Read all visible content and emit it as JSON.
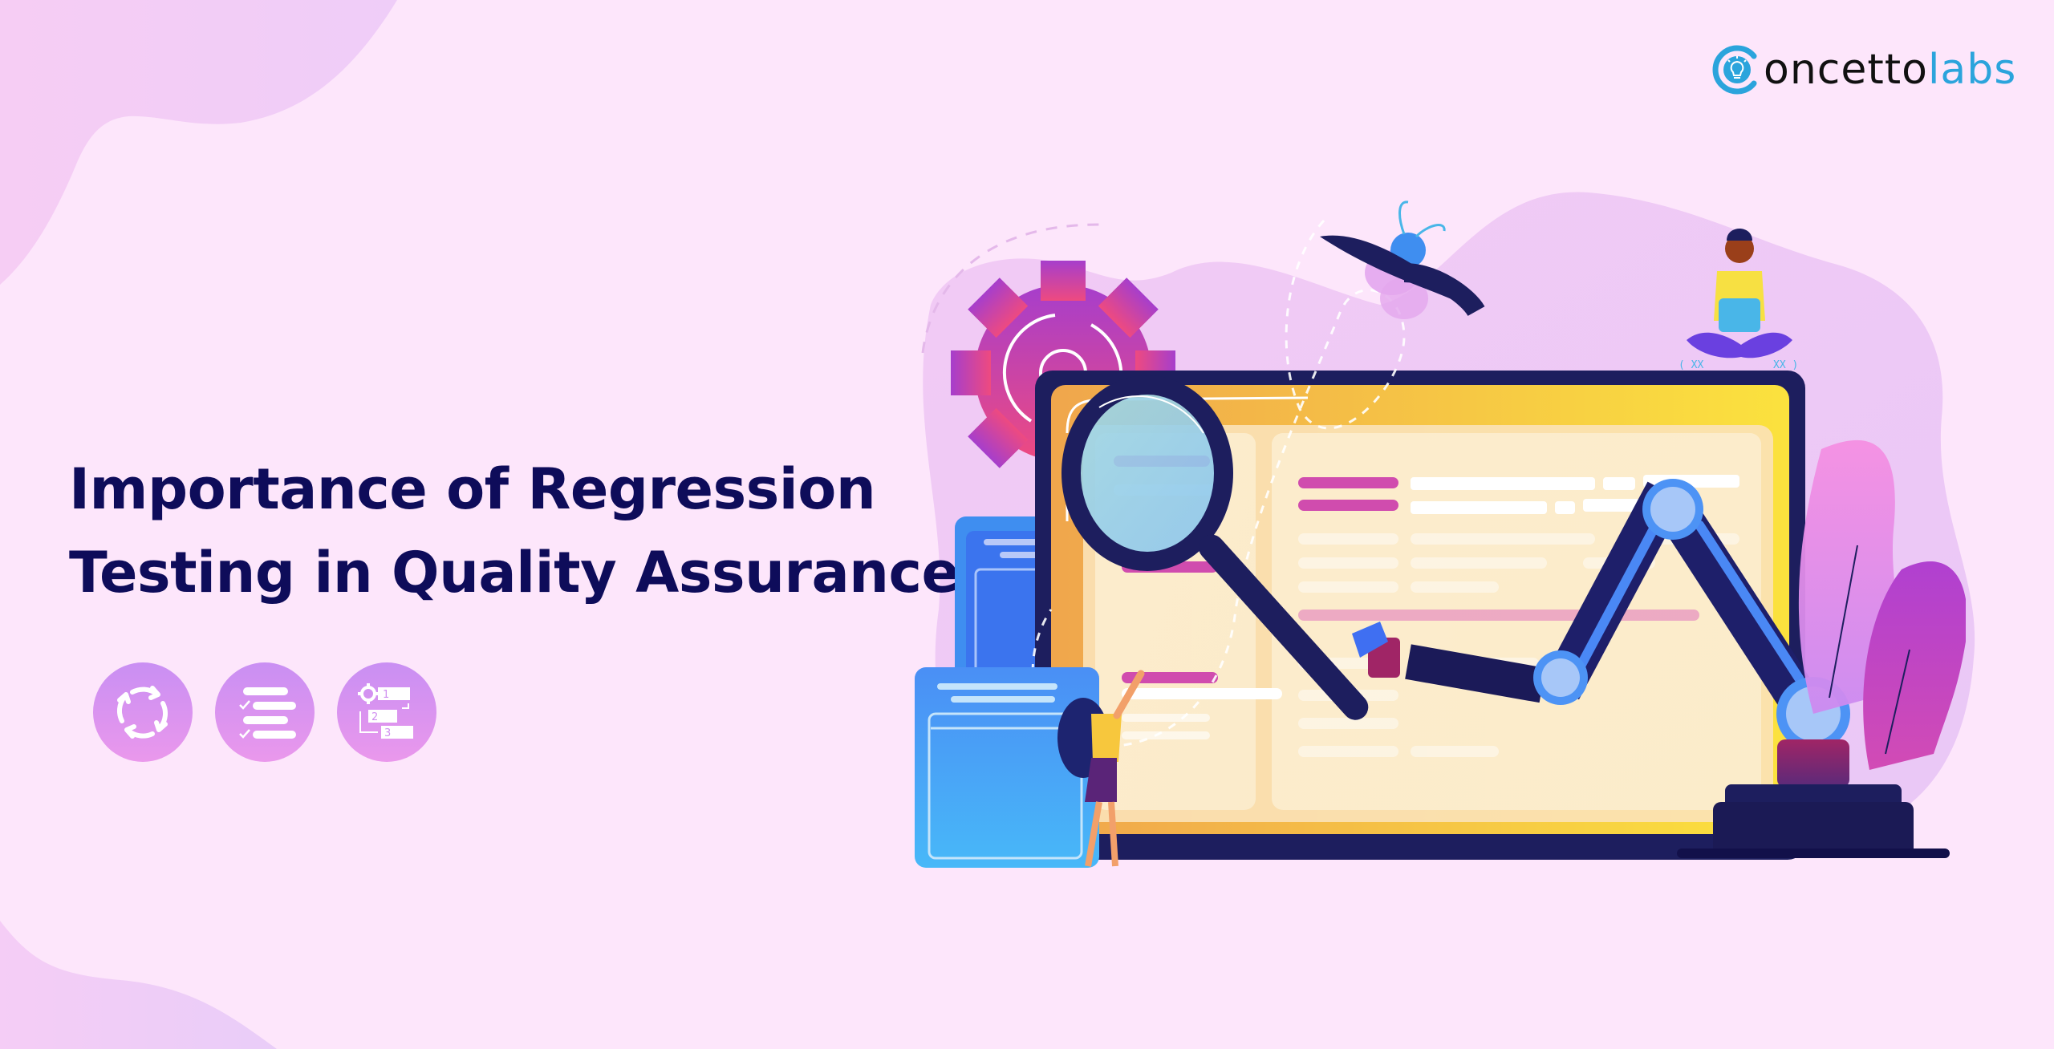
{
  "brand": {
    "logo_prefix": "oncetto",
    "logo_suffix": "labs",
    "logo_mark_icon": "lightbulb-c-icon",
    "colors": {
      "dark": "#111111",
      "blue": "#2ba4dc"
    }
  },
  "headline": {
    "line1": "Importance of Regression",
    "line2": "Testing in Quality Assurance",
    "color": "#0e0c5a"
  },
  "feature_icons": [
    {
      "name": "cycle-arrows-icon"
    },
    {
      "name": "checklist-icon"
    },
    {
      "name": "numbered-steps-gear-icon",
      "labels": [
        "1",
        "2",
        "3"
      ]
    }
  ],
  "illustration": {
    "bezel_left": "( XX",
    "bezel_right": "XX )",
    "elements": [
      "gear",
      "bug",
      "person-with-laptop",
      "laptop-screen",
      "magnifying-glass",
      "robot-arm",
      "woman",
      "document-panels",
      "leaves"
    ]
  },
  "colors": {
    "background": "#fde6fb",
    "blob": "#f2c8f6",
    "navy": "#1d1e5e",
    "screen_yellow": "#f8d44a",
    "screen_orange": "#f0a84a",
    "accent_magenta": "#c63fb5",
    "accent_blue": "#3f8ef0"
  }
}
